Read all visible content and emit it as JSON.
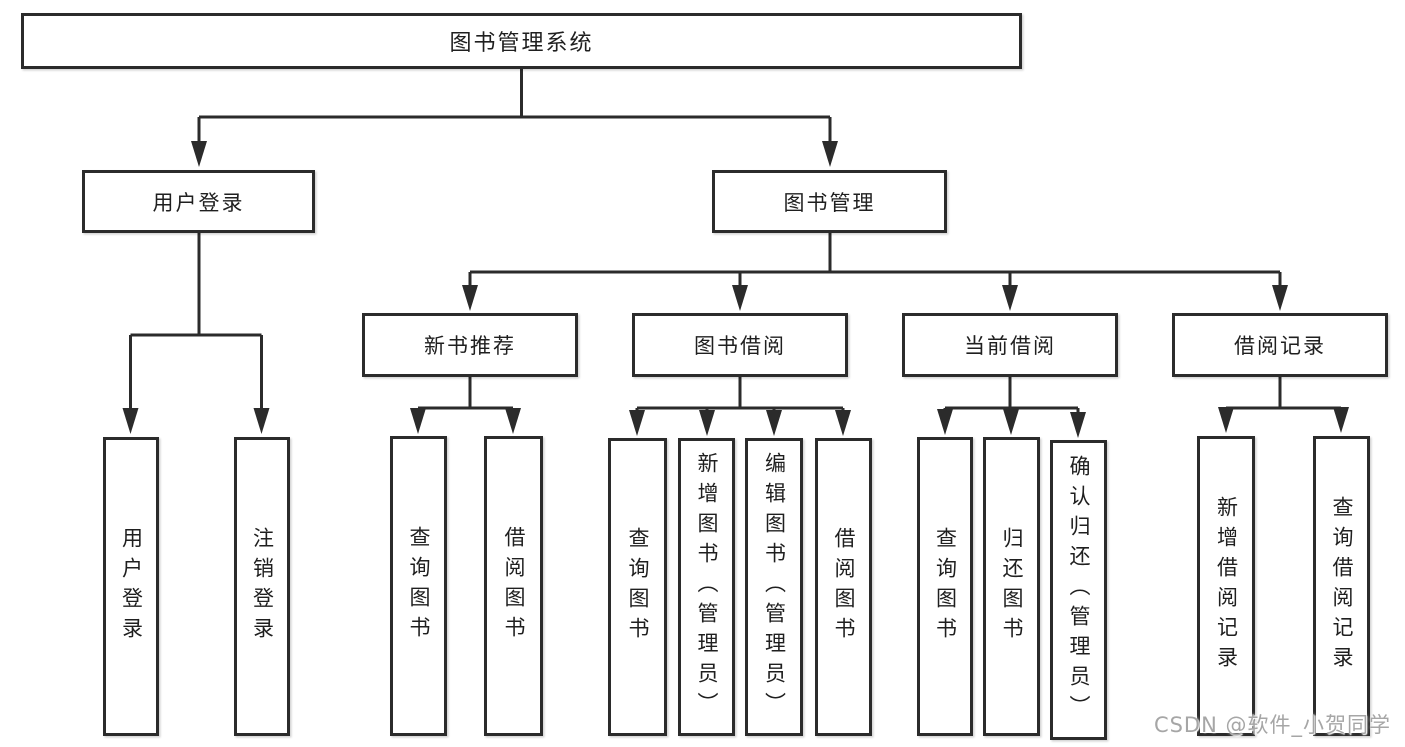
{
  "diagram": {
    "root_label": "图书管理系统",
    "branches": {
      "user_login": {
        "label": "用户登录",
        "children": [
          "用户登录",
          "注销登录"
        ]
      },
      "book_management": {
        "label": "图书管理",
        "sections": {
          "new_book_recommend": {
            "label": "新书推荐",
            "children": [
              "查询图书",
              "借阅图书"
            ]
          },
          "book_borrow": {
            "label": "图书借阅",
            "children": [
              "查询图书",
              "新增图书（管理员）",
              "编辑图书（管理员）",
              "借阅图书"
            ]
          },
          "current_borrow": {
            "label": "当前借阅",
            "children": [
              "查询图书",
              "归还图书",
              "确认归还（管理员）"
            ]
          },
          "borrow_records": {
            "label": "借阅记录",
            "children": [
              "新增借阅记录",
              "查询借阅记录"
            ]
          }
        }
      }
    }
  },
  "watermark": "CSDN @软件_小贺同学",
  "colors": {
    "line": "#2b2b2b",
    "text": "#1f1f1f",
    "watermark_gray": "#a6a6a6",
    "background": "#ffffff"
  }
}
